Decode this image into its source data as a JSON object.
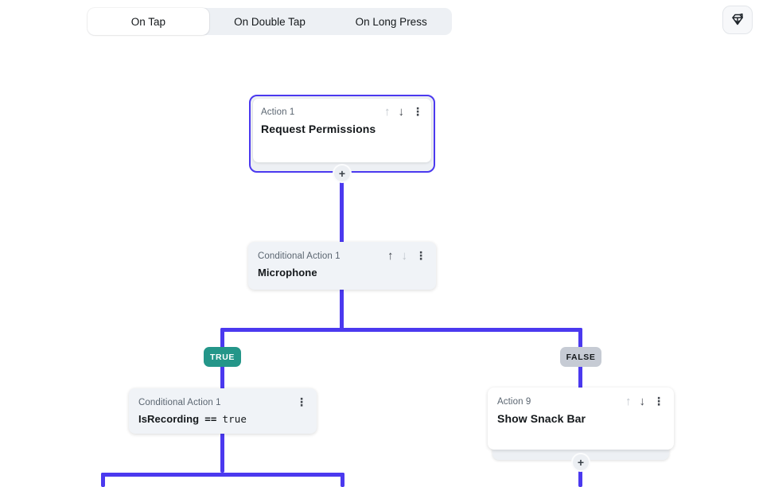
{
  "tabs": {
    "items": [
      {
        "label": "On Tap",
        "selected": true
      },
      {
        "label": "On Double Tap",
        "selected": false
      },
      {
        "label": "On Long Press",
        "selected": false
      }
    ]
  },
  "toolbar": {
    "logo_button_icon": "gem-cursor-icon"
  },
  "nodes": {
    "action1": {
      "label": "Action 1",
      "title": "Request Permissions",
      "selected": true
    },
    "conditional1": {
      "label": "Conditional Action 1",
      "title": "Microphone"
    },
    "conditional_true": {
      "label": "Conditional Action 1",
      "condition": {
        "left": "IsRecording",
        "operator": "==",
        "right": "true"
      }
    },
    "action9": {
      "label": "Action 9",
      "title": "Show Snack Bar"
    }
  },
  "branch": {
    "true_label": "TRUE",
    "false_label": "FALSE"
  },
  "icons": {
    "arrow_up": "↑",
    "arrow_down": "↓",
    "menu": "⋮",
    "plus": "+"
  },
  "colors": {
    "accent_purple": "#4B39EF",
    "true_badge": "#249689",
    "false_badge": "#C6CBD4",
    "node_gray_bg": "#F0F3F7",
    "label_text": "#5A6570",
    "title_text": "#14181B",
    "tabbar_bg": "#EDF0F4"
  }
}
